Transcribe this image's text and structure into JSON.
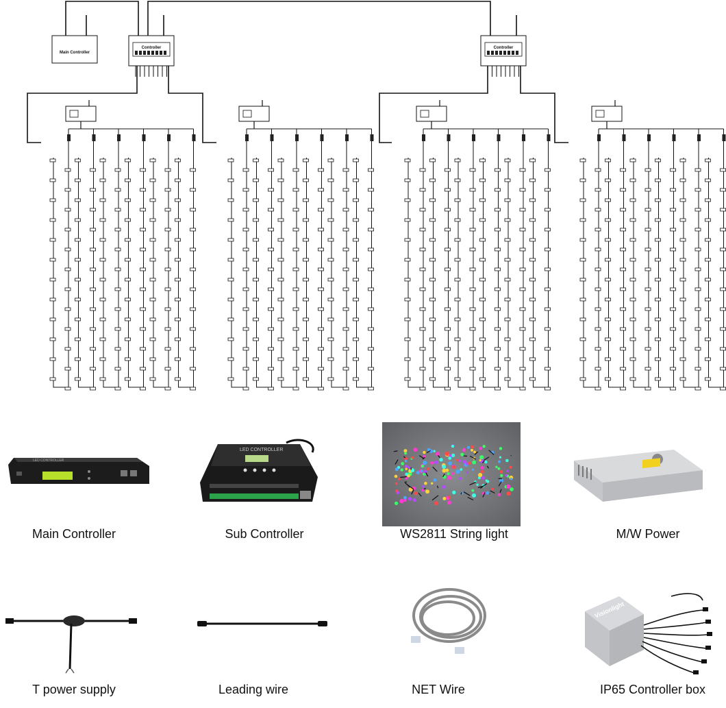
{
  "diagram": {
    "main_controller_label": "Main Controller",
    "controller_label": "Controller",
    "panel_count": 4,
    "strings_per_panel": 6,
    "leds_per_string": 12
  },
  "products": [
    {
      "caption": "Main Controller",
      "icon": "main-controller-icon"
    },
    {
      "caption": "Sub Controller",
      "icon": "sub-controller-icon"
    },
    {
      "caption": "WS2811 String light",
      "icon": "string-light-photo"
    },
    {
      "caption": "M/W Power",
      "icon": "power-supply-icon"
    },
    {
      "caption": "T power supply",
      "icon": "t-connector-icon"
    },
    {
      "caption": "Leading wire",
      "icon": "leading-wire-icon"
    },
    {
      "caption": "NET Wire",
      "icon": "net-wire-icon"
    },
    {
      "caption": "IP65 Controller box",
      "icon": "ip65-box-icon"
    }
  ],
  "product_text": {
    "main_controller_face": "LED CONTROLLER",
    "sub_controller_face": "LED CONTROLLER",
    "ip65_brand": "Visionlight"
  }
}
